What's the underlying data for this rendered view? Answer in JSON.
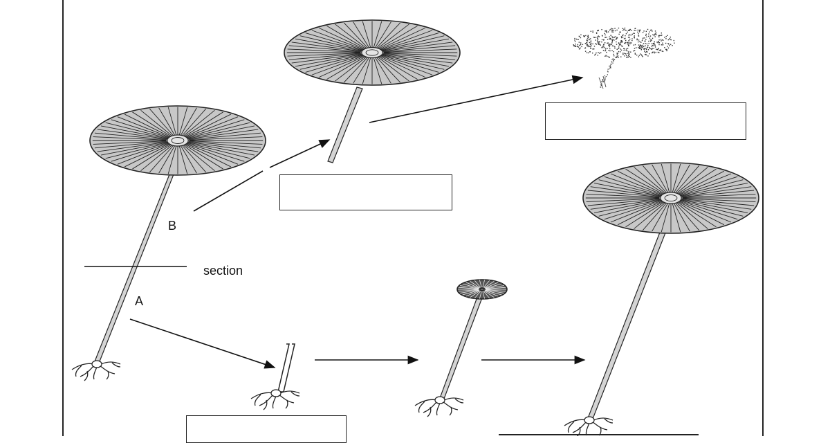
{
  "labels": {
    "b": "B",
    "section": "section",
    "a": "A"
  },
  "colors": {
    "cap_fill": "#c8c8c8",
    "cap_stroke": "#222222",
    "stalk_fill": "#d4d4d4",
    "small_cap_fill": "#555555",
    "ink": "#111111"
  }
}
